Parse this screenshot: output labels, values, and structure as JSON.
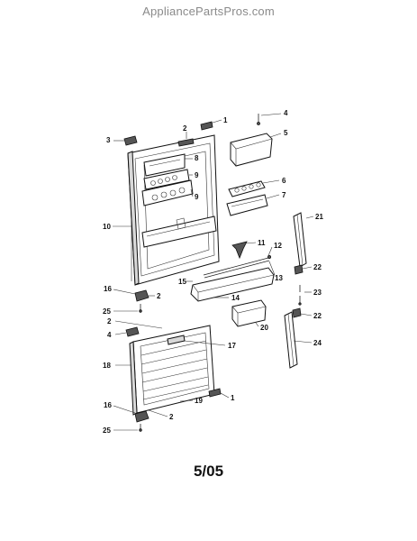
{
  "watermark": "AppliancePartsPros.com",
  "footer_code": "5/05",
  "callouts": [
    "1",
    "2",
    "3",
    "4",
    "5",
    "6",
    "7",
    "8",
    "9",
    "9",
    "10",
    "11",
    "12",
    "13",
    "14",
    "15",
    "2",
    "16",
    "25",
    "2",
    "4",
    "17",
    "18",
    "1",
    "19",
    "2",
    "16",
    "25",
    "20",
    "21",
    "22",
    "23",
    "22",
    "24"
  ]
}
